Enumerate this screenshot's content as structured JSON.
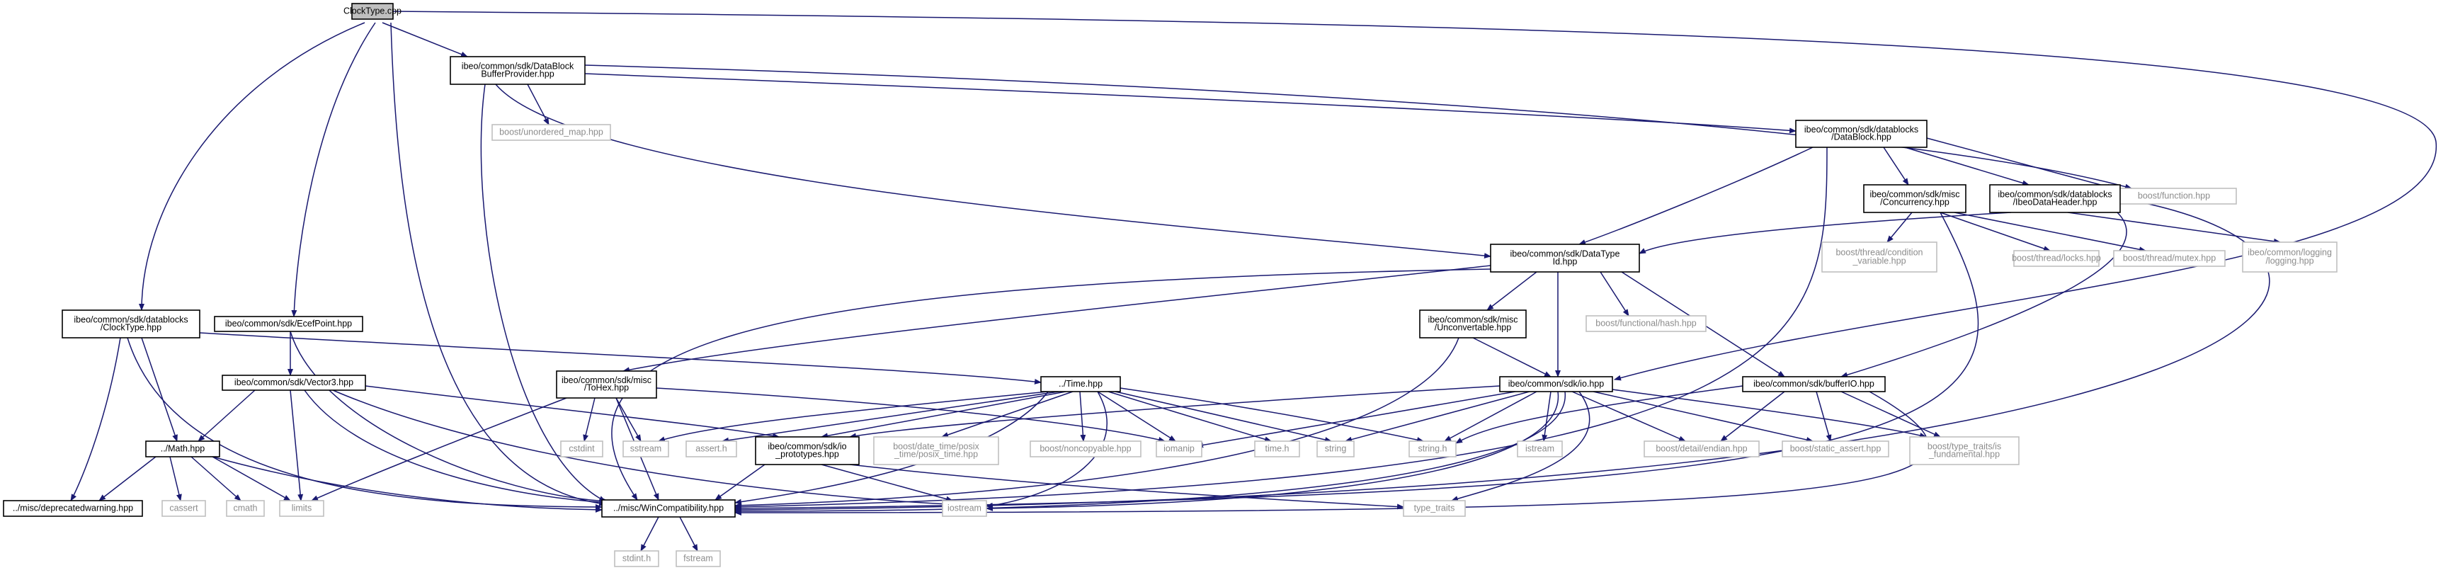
{
  "graph": {
    "colors": {
      "edge": "#191970",
      "box_border": "#000000",
      "external_border": "#bfbfbf",
      "root_fill": "#bfbfbf",
      "external_text": "#8c8c8c"
    },
    "nodes": {
      "root": {
        "lines": [
          "ClockType.cpp"
        ]
      },
      "dbbuf": {
        "lines": [
          "ibeo/common/sdk/DataBlock",
          "BufferProvider.hpp"
        ]
      },
      "umap": {
        "lines": [
          "boost/unordered_map.hpp"
        ]
      },
      "datablock": {
        "lines": [
          "ibeo/common/sdk/datablocks",
          "/DataBlock.hpp"
        ]
      },
      "bfunc": {
        "lines": [
          "boost/function.hpp"
        ]
      },
      "conc": {
        "lines": [
          "ibeo/common/sdk/misc",
          "/Concurrency.hpp"
        ]
      },
      "ibeohdr": {
        "lines": [
          "ibeo/common/sdk/datablocks",
          "/IbeoDataHeader.hpp"
        ]
      },
      "dtid": {
        "lines": [
          "ibeo/common/sdk/DataType",
          "Id.hpp"
        ]
      },
      "condvar": {
        "lines": [
          "boost/thread/condition",
          "_variable.hpp"
        ]
      },
      "locks": {
        "lines": [
          "boost/thread/locks.hpp"
        ]
      },
      "mutex": {
        "lines": [
          "boost/thread/mutex.hpp"
        ]
      },
      "logging": {
        "lines": [
          "ibeo/common/logging",
          "/logging.hpp"
        ]
      },
      "clocktype": {
        "lines": [
          "ibeo/common/sdk/datablocks",
          "/ClockType.hpp"
        ]
      },
      "ecef": {
        "lines": [
          "ibeo/common/sdk/EcefPoint.hpp"
        ]
      },
      "unconv": {
        "lines": [
          "ibeo/common/sdk/misc",
          "/Unconvertable.hpp"
        ]
      },
      "hash": {
        "lines": [
          "boost/functional/hash.hpp"
        ]
      },
      "vec3": {
        "lines": [
          "ibeo/common/sdk/Vector3.hpp"
        ]
      },
      "tohex": {
        "lines": [
          "ibeo/common/sdk/misc",
          "/ToHex.hpp"
        ]
      },
      "time": {
        "lines": [
          "../Time.hpp"
        ]
      },
      "io": {
        "lines": [
          "ibeo/common/sdk/io.hpp"
        ]
      },
      "bufio": {
        "lines": [
          "ibeo/common/sdk/bufferIO.hpp"
        ]
      },
      "math": {
        "lines": [
          "../Math.hpp"
        ]
      },
      "cstdint": {
        "lines": [
          "cstdint"
        ]
      },
      "sstream": {
        "lines": [
          "sstream"
        ]
      },
      "asserth": {
        "lines": [
          "assert.h"
        ]
      },
      "ioproto": {
        "lines": [
          "ibeo/common/sdk/io",
          "_prototypes.hpp"
        ]
      },
      "posix": {
        "lines": [
          "boost/date_time/posix",
          "_time/posix_time.hpp"
        ]
      },
      "noncopy": {
        "lines": [
          "boost/noncopyable.hpp"
        ]
      },
      "iomanip": {
        "lines": [
          "iomanip"
        ]
      },
      "timeh": {
        "lines": [
          "time.h"
        ]
      },
      "string": {
        "lines": [
          "string"
        ]
      },
      "stringh": {
        "lines": [
          "string.h"
        ]
      },
      "istream": {
        "lines": [
          "istream"
        ]
      },
      "endian": {
        "lines": [
          "boost/detail/endian.hpp"
        ]
      },
      "sassert": {
        "lines": [
          "boost/static_assert.hpp"
        ]
      },
      "typetraits": {
        "lines": [
          "boost/type_traits/is",
          "_fundamental.hpp"
        ]
      },
      "deprecated": {
        "lines": [
          "../misc/deprecatedwarning.hpp"
        ]
      },
      "cassert": {
        "lines": [
          "cassert"
        ]
      },
      "cmath": {
        "lines": [
          "cmath"
        ]
      },
      "limits": {
        "lines": [
          "limits"
        ]
      },
      "wincompat": {
        "lines": [
          "../misc/WinCompatibility.hpp"
        ]
      },
      "iostream": {
        "lines": [
          "iostream"
        ]
      },
      "type_traits": {
        "lines": [
          "type_traits"
        ]
      },
      "stdinth": {
        "lines": [
          "stdint.h"
        ]
      },
      "fstream": {
        "lines": [
          "fstream"
        ]
      }
    }
  }
}
